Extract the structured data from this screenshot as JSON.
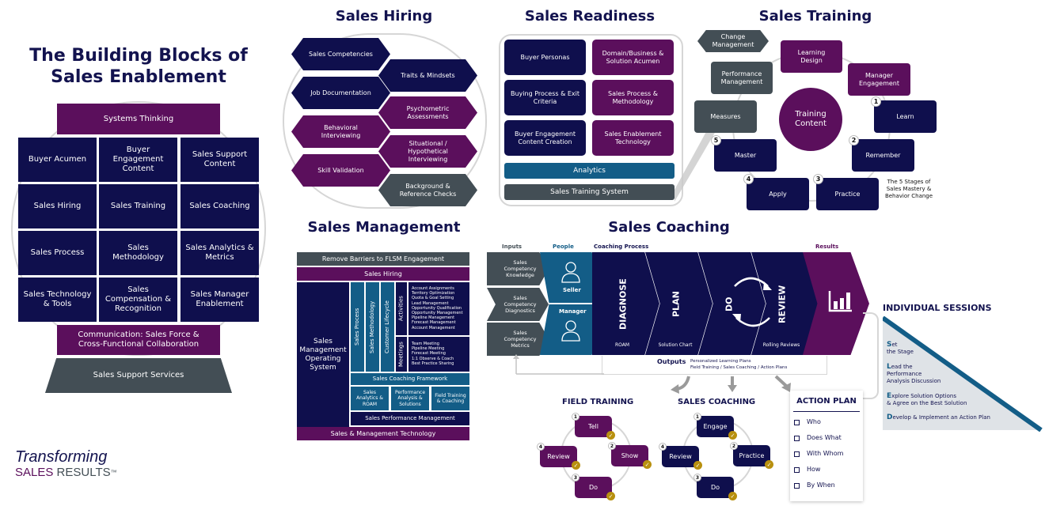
{
  "building_blocks": {
    "title_line1": "The Building Blocks of",
    "title_line2": "Sales Enablement",
    "top": "Systems Thinking",
    "grid": [
      [
        "Buyer Acumen",
        "Buyer Engagement Content",
        "Sales Support Content"
      ],
      [
        "Sales Hiring",
        "Sales Training",
        "Sales Coaching"
      ],
      [
        "Sales Process",
        "Sales Methodology",
        "Sales Analytics & Metrics"
      ],
      [
        "Sales Technology & Tools",
        "Sales Compensation & Recognition",
        "Sales Manager Enablement"
      ]
    ],
    "communication": "Communication: Sales Force & Cross-Functional Collaboration",
    "base": "Sales Support Services"
  },
  "logo": {
    "line1": "Transforming",
    "line2a": "SALES",
    "line2b": "RESULTS",
    "tm": "™"
  },
  "sales_hiring": {
    "title": "Sales Hiring",
    "items": [
      {
        "label": "Sales Competencies",
        "color": "navy"
      },
      {
        "label": "Traits & Mindsets",
        "color": "navy"
      },
      {
        "label": "Job Documentation",
        "color": "navy"
      },
      {
        "label": "Psychometric Assessments",
        "color": "purple"
      },
      {
        "label": "Behavioral Interviewing",
        "color": "purple"
      },
      {
        "label": "Situational / Hypothetical Interviewing",
        "color": "purple"
      },
      {
        "label": "Skill Validation",
        "color": "purple"
      },
      {
        "label": "Background & Reference Checks",
        "color": "slate"
      }
    ]
  },
  "sales_readiness": {
    "title": "Sales Readiness",
    "cells": [
      "Buyer Personas",
      "Domain/Business & Solution Acumen",
      "Buying Process & Exit Criteria",
      "Sales Process & Methodology",
      "Buyer Engagement Content Creation",
      "Sales Enablement Technology"
    ],
    "analytics": "Analytics",
    "system": "Sales Training System"
  },
  "sales_training": {
    "title": "Sales Training",
    "change": "Change Management",
    "learning_design": "Learning Design",
    "manager_engagement": "Manager Engagement",
    "performance": "Performance Management",
    "measures": "Measures",
    "center": "Training Content",
    "stages": [
      {
        "num": "1",
        "label": "Learn"
      },
      {
        "num": "2",
        "label": "Remember"
      },
      {
        "num": "3",
        "label": "Practice"
      },
      {
        "num": "4",
        "label": "Apply"
      },
      {
        "num": "5",
        "label": "Master"
      }
    ],
    "note": "The 5 Stages of Sales Mastery & Behavior Change"
  },
  "sales_management": {
    "title": "Sales Management",
    "remove_barriers": "Remove Barriers to FLSM Engagement",
    "hiring": "Sales Hiring",
    "operating_system": "Sales Management Operating System",
    "columns": [
      "Sales Process",
      "Sales Methodology",
      "Customer Lifecycle"
    ],
    "activities_label": "Activities",
    "activities": "Account Assignments\nTerritory Optimization\nQuota & Goal Setting\nLead Management\nOpportunity Qualification\nOpportunity Management\nPipeline Management\nForecast Management\nAccount Management",
    "meetings_label": "Meetings",
    "meetings": "Team Meeting\nPipeline Meeting\nForecast Meeting\n1:1 Observe & Coach\nBest Practice Sharing",
    "coaching_framework": "Sales Coaching Framework",
    "sub": [
      "Sales Analytics & ROAM",
      "Performance Analysis & Solutions",
      "Field Training & Coaching"
    ],
    "performance": "Sales Performance Management",
    "technology": "Sales & Management Technology"
  },
  "sales_coaching": {
    "title": "Sales Coaching",
    "headers": {
      "inputs": "Inputs",
      "people": "People",
      "process": "Coaching Process",
      "results": "Results"
    },
    "inputs": [
      "Sales Competency Knowledge",
      "Sales Competency Diagnostics",
      "Sales Competency Metrics"
    ],
    "people": [
      "Seller",
      "Manager"
    ],
    "steps": [
      {
        "label": "DIAGNOSE",
        "sub": "ROAM"
      },
      {
        "label": "PLAN",
        "sub": "Solution Chart"
      },
      {
        "label": "DO",
        "sub": ""
      },
      {
        "label": "REVIEW",
        "sub": "Rolling Reviews"
      }
    ],
    "outputs_label": "Outputs",
    "outputs_line1": "Personalized Learning Plans",
    "outputs_line2": "Field Training / Sales Coaching / Action Plans"
  },
  "individual_sessions": {
    "title": "INDIVIDUAL SESSIONS",
    "items": [
      {
        "letter": "S",
        "rest": "et\nthe Stage"
      },
      {
        "letter": "L",
        "rest": "ead the\nPerformance\nAnalysis Discussion"
      },
      {
        "letter": "E",
        "rest": "xplore Solution Options\n& Agree on the Best Solution"
      },
      {
        "letter": "D",
        "rest": "evelop & Implement an Action Plan"
      }
    ]
  },
  "field_training": {
    "title": "FIELD TRAINING",
    "steps": [
      {
        "num": "1",
        "label": "Tell"
      },
      {
        "num": "2",
        "label": "Show"
      },
      {
        "num": "3",
        "label": "Do"
      },
      {
        "num": "4",
        "label": "Review"
      }
    ]
  },
  "sales_coaching_cycle": {
    "title": "SALES COACHING",
    "steps": [
      {
        "num": "1",
        "label": "Engage"
      },
      {
        "num": "2",
        "label": "Practice"
      },
      {
        "num": "3",
        "label": "Do"
      },
      {
        "num": "4",
        "label": "Review"
      }
    ]
  },
  "action_plan": {
    "title": "ACTION PLAN",
    "items": [
      "Who",
      "Does What",
      "With Whom",
      "How",
      "By When"
    ]
  }
}
